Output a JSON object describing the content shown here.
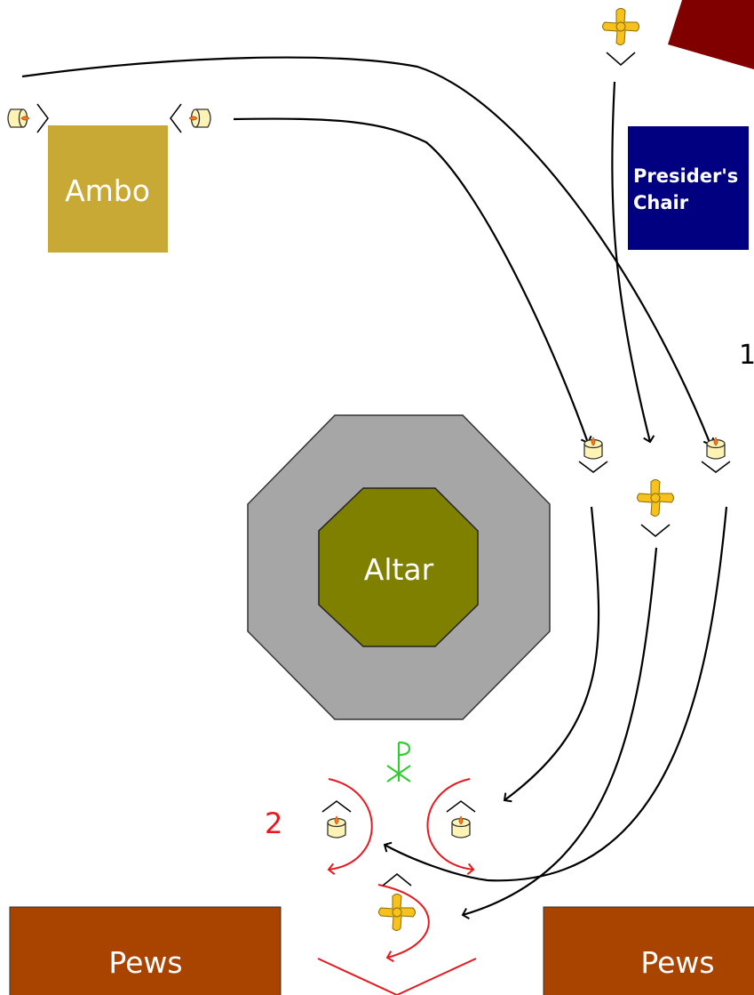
{
  "labels": {
    "ambo": "Ambo",
    "presider_chair_line1": "Presider's",
    "presider_chair_line2": "Chair",
    "altar": "Altar",
    "pews_left": "Pews",
    "pews_right": "Pews",
    "step_1": "1",
    "step_2": "2"
  },
  "colors": {
    "ambo": "#c8a935",
    "presider_chair": "#000080",
    "altar_platform": "#a6a6a6",
    "altar": "#808000",
    "pews": "#a84300",
    "sanctuary_marker": "#800000",
    "cross": "#f7c21b",
    "candle": "#fdf3b5",
    "flame": "#f37b20",
    "chi_rho": "#33cc33",
    "red_path": "#e8191e",
    "path": "#000000"
  },
  "icons": [
    "processional-cross-icon",
    "candle-icon",
    "chi-rho-icon"
  ]
}
